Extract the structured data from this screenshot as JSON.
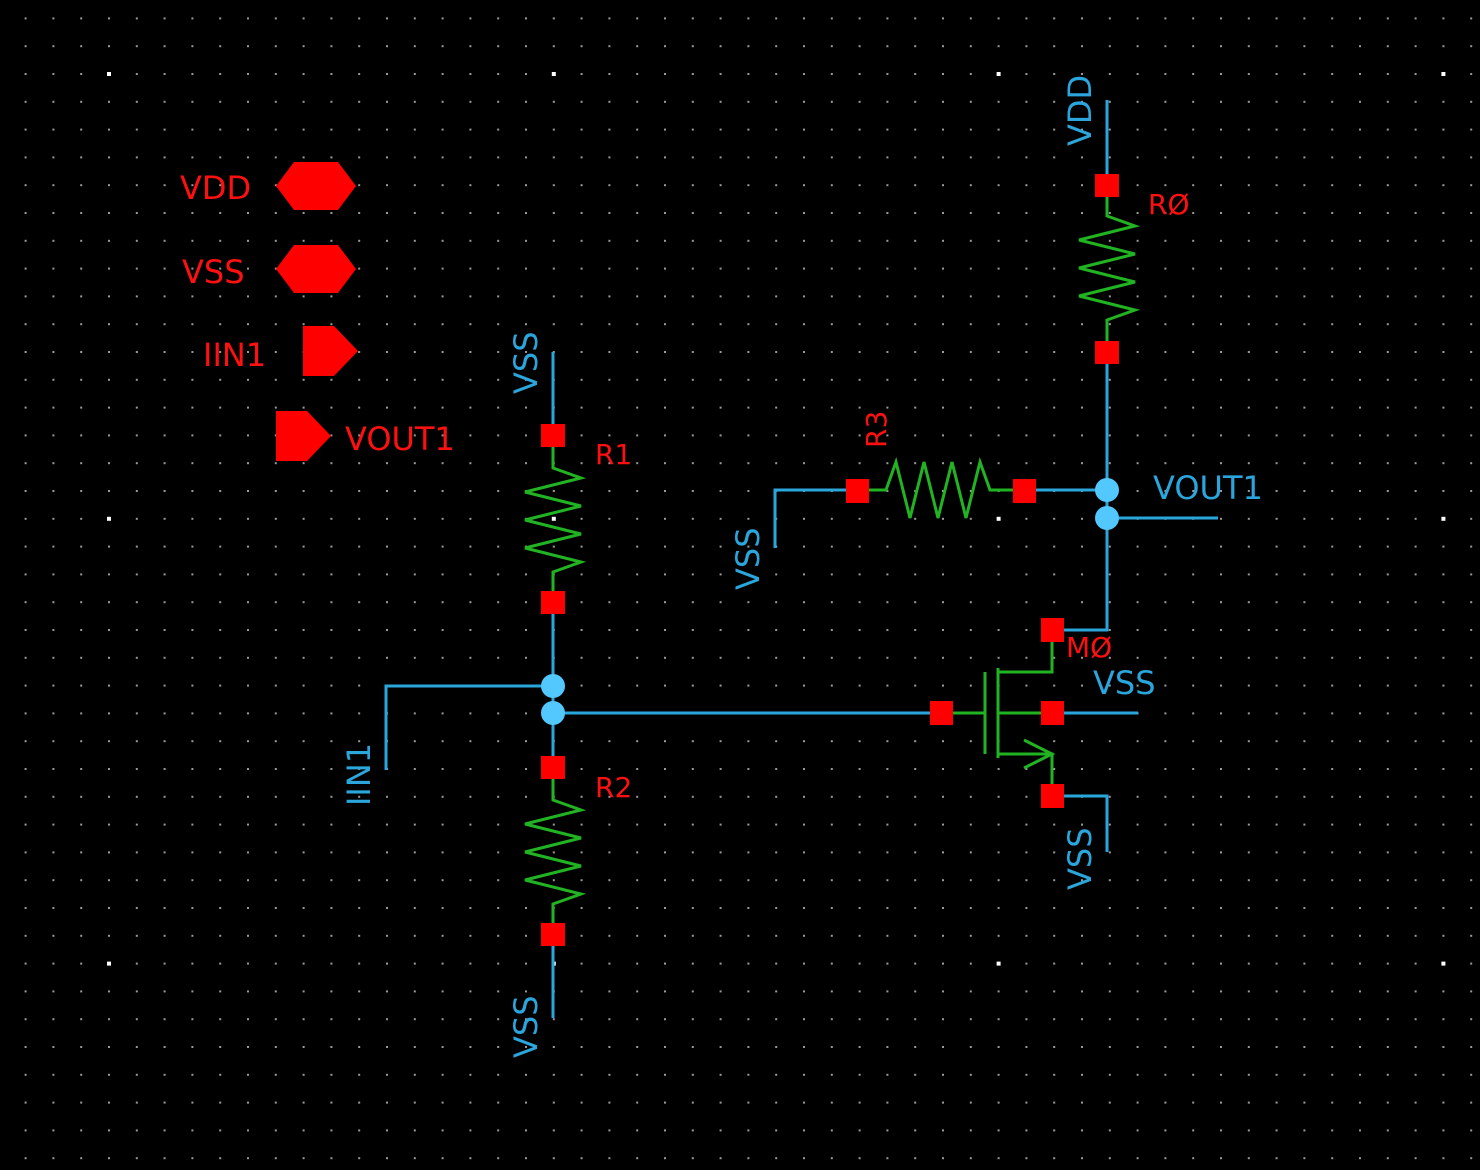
{
  "pin_legend": {
    "vdd": "VDD",
    "vss": "VSS",
    "iin1": "IIN1",
    "vout1": "VOUT1"
  },
  "instances": {
    "r0": "RØ",
    "r1": "R1",
    "r2": "R2",
    "r3": "R3",
    "m0": "MØ"
  },
  "nets": {
    "vdd_top": "VDD",
    "vss_r1_top": "VSS",
    "vss_r2_bottom": "VSS",
    "vss_r3_left": "VSS",
    "vss_m0_body": "VSS",
    "vss_m0_source": "VSS",
    "iin1": "IIN1",
    "vout1": "VOUT1"
  },
  "colors": {
    "background": "#000000",
    "wire": "#2aa6dd",
    "device_lead": "#22b322",
    "pin": "#ff0000",
    "junction": "#52c8ff",
    "label_red": "#ff1010"
  }
}
